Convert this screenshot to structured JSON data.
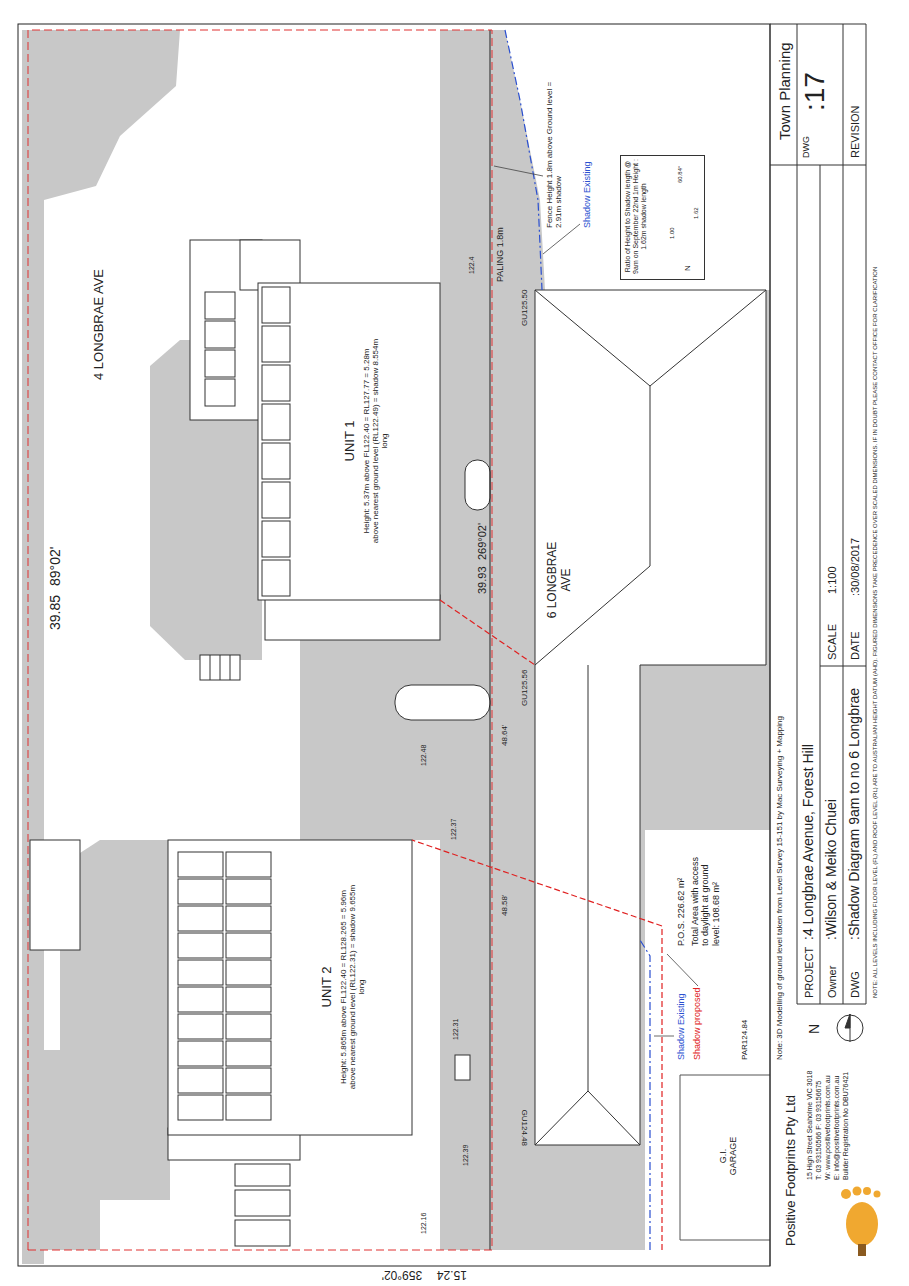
{
  "diagram": {
    "nodes": [
      {
        "text": [
          "UNIT 1",
          "Height: 5.37m above FL122.40 = RL127.77 = 5.28m above nearest ground level (RL122.49) = shadow 8.554m long"
        ]
      },
      {
        "text": [
          "UNIT 2",
          "Height: 5.865m above FL122.40 = RL128.265 = 5.96m above nearest ground level (RL122.31) = shadow 9.655m long"
        ]
      },
      {
        "text": [
          "6 LONGBRAE AVE"
        ]
      },
      {
        "text": [
          "G.I. GARAGE"
        ]
      },
      {
        "text": [
          "Ratio of Height to Shadow length @ 9am on September 22nd 1m Height : 1.62m shadow length",
          "N",
          "1.00",
          "1.62",
          "60.84°"
        ]
      }
    ],
    "labels": [
      "4 LONGBRAE AVE",
      "39.85",
      "89°02'",
      "39.93",
      "269°02'",
      "15.24",
      "359°02'",
      "PALING 1.8m",
      "Fence Height 1.8m above Ground level = 2.91m shadow",
      "Shadow Existing",
      "Shadow Existing",
      "Shadow proposed",
      "P.O.S. 226.62 m²",
      "Total Area with access to daylight at ground level: 108.68 m²",
      "PAR124.84",
      "GU125.50",
      "GU125.56",
      "GU124.48",
      "48.64'",
      "48.58'",
      "122.48",
      "122.37",
      "122.31",
      "122.39",
      "122.16",
      "122.4",
      "Note: 3D Modelling of ground level taken from Level Survey 15-151 by Mac Surveying + Mapping",
      "PROJECT",
      ":4 Longbrae Avenue, Forest Hill",
      "Owner",
      ":Wilson & Meiko Chuei",
      "DWG",
      ":Shadow Diagram 9am to no 6 Longbrae",
      "SCALE",
      "1:100",
      "DATE",
      ":30/08/2017",
      "REVISION",
      "DWG",
      ":17",
      "Town Planning",
      "Positive Footprints Pty Ltd",
      "15 High Street Seaholme VIC 3018",
      "T: 03 93150566 F: 03 93156675",
      "W: www.positivefootprints.com.au",
      "E: info@positivefootprints.com.au",
      "Builder Registration No DBU76421",
      "N",
      "NOTE: ALL LEVELS INCLUDING FLOOR LEVEL (FL) AND ROOF LEVEL (RL) ARE TO AUSTRALIAN HEIGHT DATUM (AHD). FIGURED DIMENSIONS TAKE PRECEDENCE OVER SCALED DIMENSIONS. IF IN DOUBT PLEASE CONTACT OFFICE FOR CLARIFICATION"
    ]
  }
}
